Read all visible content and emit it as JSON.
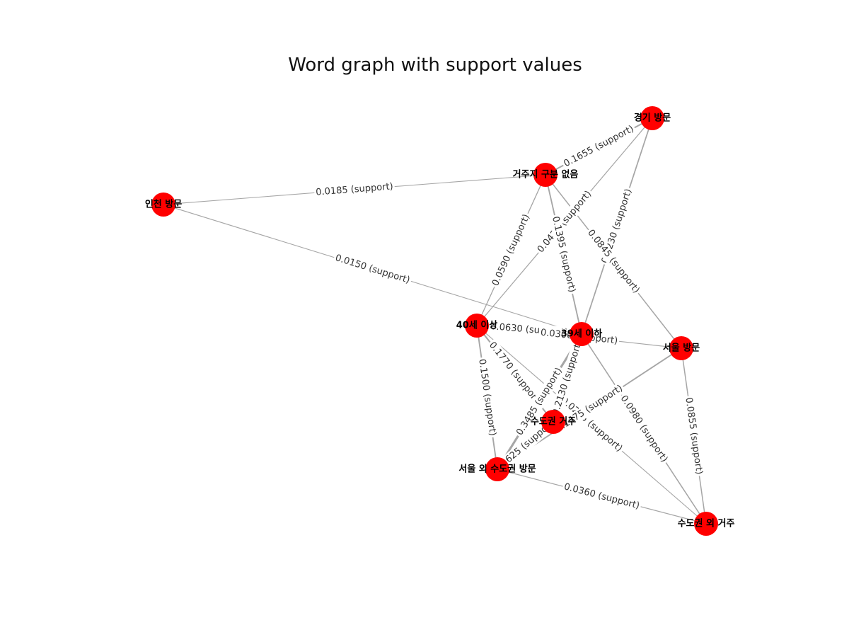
{
  "title": "Word graph with support values",
  "colors": {
    "node": "#ff0000",
    "edge": "#a6a6a6",
    "text": "#000000"
  },
  "nodes": [
    {
      "id": "gyeonggi",
      "label": "경기 방문"
    },
    {
      "id": "residence_none",
      "label": "거주지 구분 없음"
    },
    {
      "id": "incheon",
      "label": "인천 방문"
    },
    {
      "id": "age40",
      "label": "40세 이상"
    },
    {
      "id": "age39",
      "label": "39세 이하"
    },
    {
      "id": "seoul",
      "label": "서울 방문"
    },
    {
      "id": "metro_res",
      "label": "수도권 거주"
    },
    {
      "id": "metro_visit",
      "label": "서울 외 수도권 방문"
    },
    {
      "id": "nonmetro_res",
      "label": "수도권 외 거주"
    }
  ],
  "edges": [
    {
      "source": "residence_none",
      "target": "gyeonggi",
      "support": "0.1655",
      "label": "0.1655 (support)"
    },
    {
      "source": "incheon",
      "target": "residence_none",
      "support": "0.0185",
      "label": "0.0185 (support)"
    },
    {
      "source": "incheon",
      "target": "age39",
      "support": "0.0150",
      "label": "0.0150 (support)"
    },
    {
      "source": "residence_none",
      "target": "age40",
      "support": "0.0590",
      "label": "0.0590 (support)"
    },
    {
      "source": "gyeonggi",
      "target": "age40",
      "support": "0.0425",
      "label": "0.0425 (support)"
    },
    {
      "source": "residence_none",
      "target": "age39",
      "support": "0.1395",
      "label": "0.1395 (support)"
    },
    {
      "source": "gyeonggi",
      "target": "age39",
      "support": "0.1230",
      "label": "0.1230 (support)"
    },
    {
      "source": "residence_none",
      "target": "seoul",
      "support": "0.0845",
      "label": "0.0845 (support)"
    },
    {
      "source": "age40",
      "target": "age39",
      "support": "0.0630",
      "label": "0.0630 (support)"
    },
    {
      "source": "age40",
      "target": "seoul",
      "support": "0.0300",
      "label": "0.0300 (support)"
    },
    {
      "source": "age40",
      "target": "metro_res",
      "support": "0.1770",
      "label": "0.1770 (support)"
    },
    {
      "source": "age40",
      "target": "metro_visit",
      "support": "0.1500",
      "label": "0.1500 (support)"
    },
    {
      "source": "age40",
      "target": "nonmetro_res",
      "support": "0.0235",
      "label": "0.0235 (support)"
    },
    {
      "source": "age39",
      "target": "metro_res",
      "support": "0.2130",
      "label": "0.2130 (support)"
    },
    {
      "source": "age39",
      "target": "metro_visit",
      "support": "0.3485",
      "label": "0.3485 (support)"
    },
    {
      "source": "age39",
      "target": "nonmetro_res",
      "support": "0.0980",
      "label": "0.0980 (support)"
    },
    {
      "source": "seoul",
      "target": "metro_visit",
      "support": "0.1475",
      "label": "0.1475 (support)"
    },
    {
      "source": "seoul",
      "target": "nonmetro_res",
      "support": "0.0855",
      "label": "0.0855 (support)"
    },
    {
      "source": "metro_res",
      "target": "metro_visit",
      "support": "0.2625",
      "label": "0.2625 (support)"
    },
    {
      "source": "metro_visit",
      "target": "nonmetro_res",
      "support": "0.0360",
      "label": "0.0360 (support)"
    }
  ]
}
